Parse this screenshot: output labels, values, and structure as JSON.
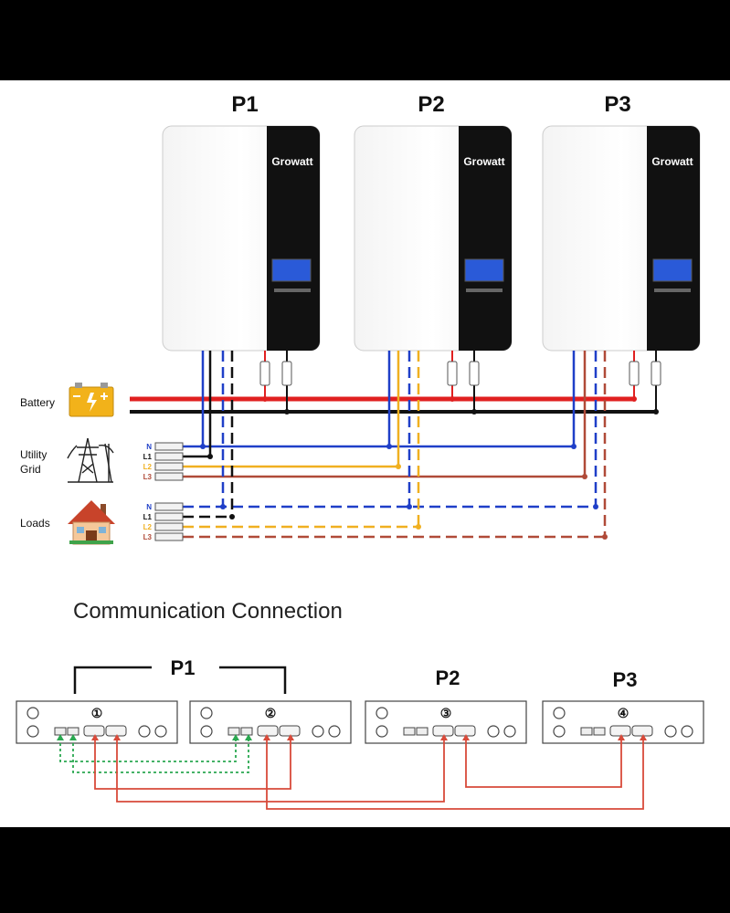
{
  "header": {
    "units": [
      "P1",
      "P2",
      "P3"
    ],
    "brand": "Growatt"
  },
  "rows": {
    "battery": "Battery",
    "grid_line1": "Utility",
    "grid_line2": "Grid",
    "loads": "Loads"
  },
  "phases": [
    "N",
    "L1",
    "L2",
    "L3"
  ],
  "comm": {
    "title": "Communication Connection",
    "group_labels": [
      "P1",
      "P2",
      "P3"
    ],
    "port_numbers": [
      "①",
      "②",
      "③",
      "④"
    ]
  },
  "colors": {
    "battery_pos": "#e02020",
    "battery_neg": "#111111",
    "neutral": "#1f3fc8",
    "l1": "#111111",
    "l2": "#f0b020",
    "l3": "#b04a38",
    "comm_green": "#2aa850",
    "comm_red": "#d84a3a",
    "inverter_body": "#ffffff",
    "inverter_front": "#111111",
    "brand_accent": "#7ac142",
    "lcd": "#2a5ad8",
    "battery_icon": "#f2b21a",
    "house_roof": "#c8432a"
  }
}
